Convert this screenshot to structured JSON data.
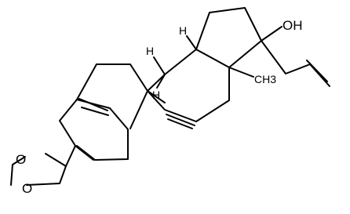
{
  "molecule": {
    "atoms": {
      "oxygen_top": "O",
      "oxygen_bottom": "O",
      "hydroxyl": "OH",
      "methyl": "CH3",
      "stereo_h_top": "H",
      "stereo_h_left": "H",
      "stereo_h_right": "H"
    }
  }
}
